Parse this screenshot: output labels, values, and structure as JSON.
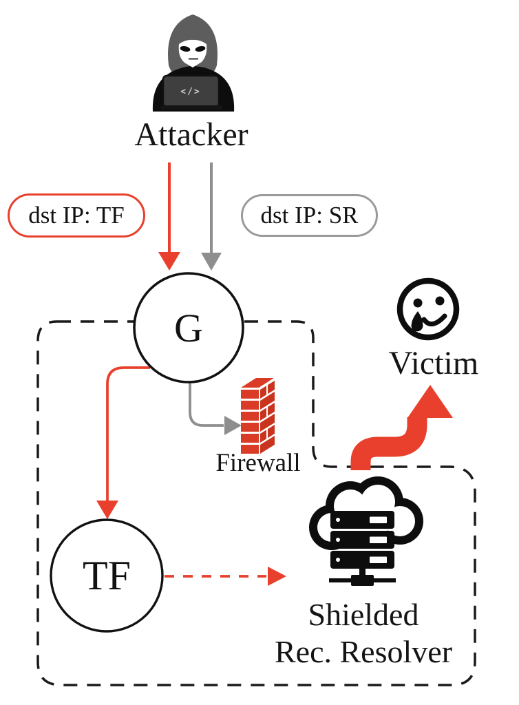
{
  "colors": {
    "accent_red": "#E8402C",
    "arrow_gray": "#8E8E8E",
    "brick_red": "#D93B27",
    "outline_black": "#1A1A1A"
  },
  "nodes": {
    "attacker": {
      "label": "Attacker",
      "laptop_glyph": "</>"
    },
    "gateway": {
      "label": "G"
    },
    "translated_forwarder": {
      "label": "TF"
    },
    "firewall": {
      "label": "Firewall"
    },
    "victim": {
      "label": "Victim"
    },
    "resolver": {
      "label_line1": "Shielded",
      "label_line2": "Rec. Resolver"
    }
  },
  "edge_labels": {
    "dst_tf": "dst IP: TF",
    "dst_sr": "dst IP: SR"
  }
}
